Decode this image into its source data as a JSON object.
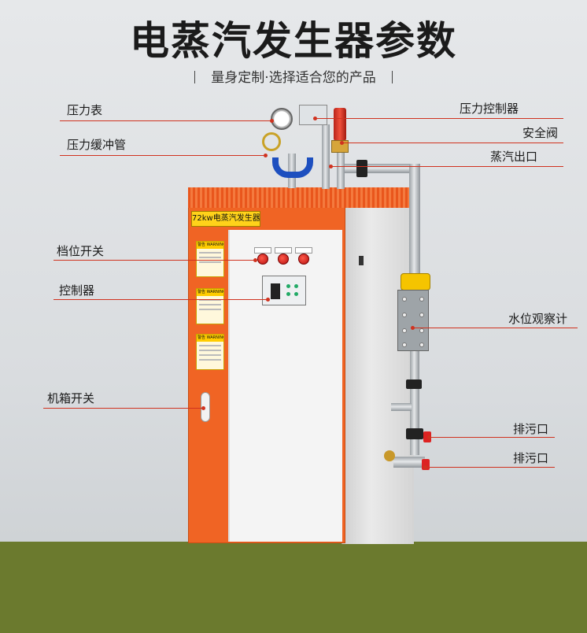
{
  "title": "电蒸汽发生器参数",
  "subtitle": "量身定制·选择适合您的产品",
  "product": {
    "name_plate": "72kw电蒸汽发生器",
    "warning_label": "警告 WARNING",
    "knob_count": 3
  },
  "labels": {
    "pressure_gauge": "压力表",
    "pressure_buffer_tube": "压力缓冲管",
    "gear_switch": "档位开关",
    "controller": "控制器",
    "cabinet_switch": "机箱开关",
    "pressure_controller": "压力控制器",
    "safety_valve": "安全阀",
    "steam_outlet": "蒸汽出口",
    "water_level_gauge": "水位观察计",
    "drain_outlet_1": "排污口",
    "drain_outlet_2": "排污口"
  },
  "colors": {
    "accent": "#d0321f",
    "machine_orange": "#f06424",
    "floor": "#6b7a2e"
  }
}
